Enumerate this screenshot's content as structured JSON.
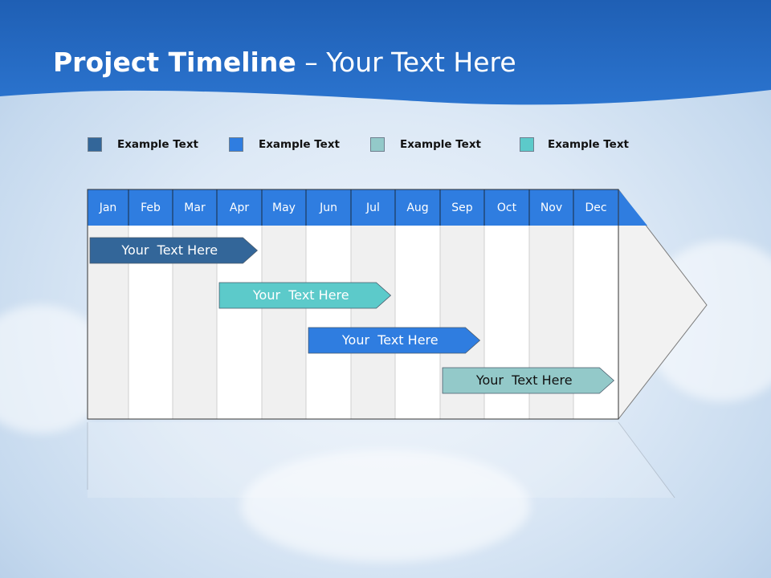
{
  "slide": {
    "title_bold": "Project Timeline",
    "title_rest": " – Your Text Here"
  },
  "legend": [
    {
      "label": "Example Text",
      "color": "#336699"
    },
    {
      "label": "Example Text",
      "color": "#2f7de0"
    },
    {
      "label": "Example Text",
      "color": "#93c9c9"
    },
    {
      "label": "Example Text",
      "color": "#5ccaca"
    }
  ],
  "timeline": {
    "months": [
      "Jan",
      "Feb",
      "Mar",
      "Apr",
      "May",
      "Jun",
      "Jul",
      "Aug",
      "Sep",
      "Oct",
      "Nov",
      "Dec"
    ],
    "header_color": "#2f7de0",
    "tasks": [
      {
        "label": "Your  Text Here",
        "start_month": "Jan",
        "end_month": "Apr",
        "color": "#336699",
        "text_color": "#ffffff"
      },
      {
        "label": "Your  Text Here",
        "start_month": "Apr",
        "end_month": "Jul",
        "color": "#5ccaca",
        "text_color": "#ffffff"
      },
      {
        "label": "Your  Text Here",
        "start_month": "Jun",
        "end_month": "Sep",
        "color": "#2f7de0",
        "text_color": "#ffffff"
      },
      {
        "label": "Your  Text Here",
        "start_month": "Sep",
        "end_month": "Dec",
        "color": "#93c9c9",
        "text_color": "#111111"
      }
    ]
  }
}
